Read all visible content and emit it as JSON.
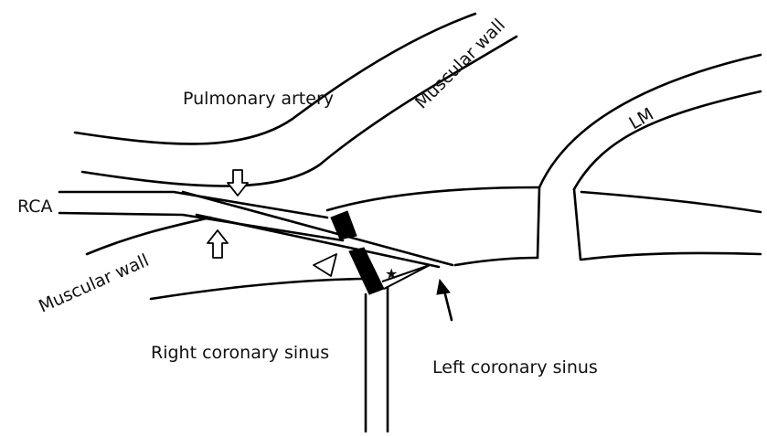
{
  "labels": {
    "pulmonary_artery": "Pulmonary artery",
    "muscular_wall_top": "Muscular wall",
    "muscular_wall_left": "Muscular wall",
    "rca": "RCA",
    "lm": "LM",
    "right_coronary_sinus": "Right coronary sinus",
    "left_coronary_sinus": "Left coronary sinus"
  },
  "markers": {
    "star": "★"
  }
}
